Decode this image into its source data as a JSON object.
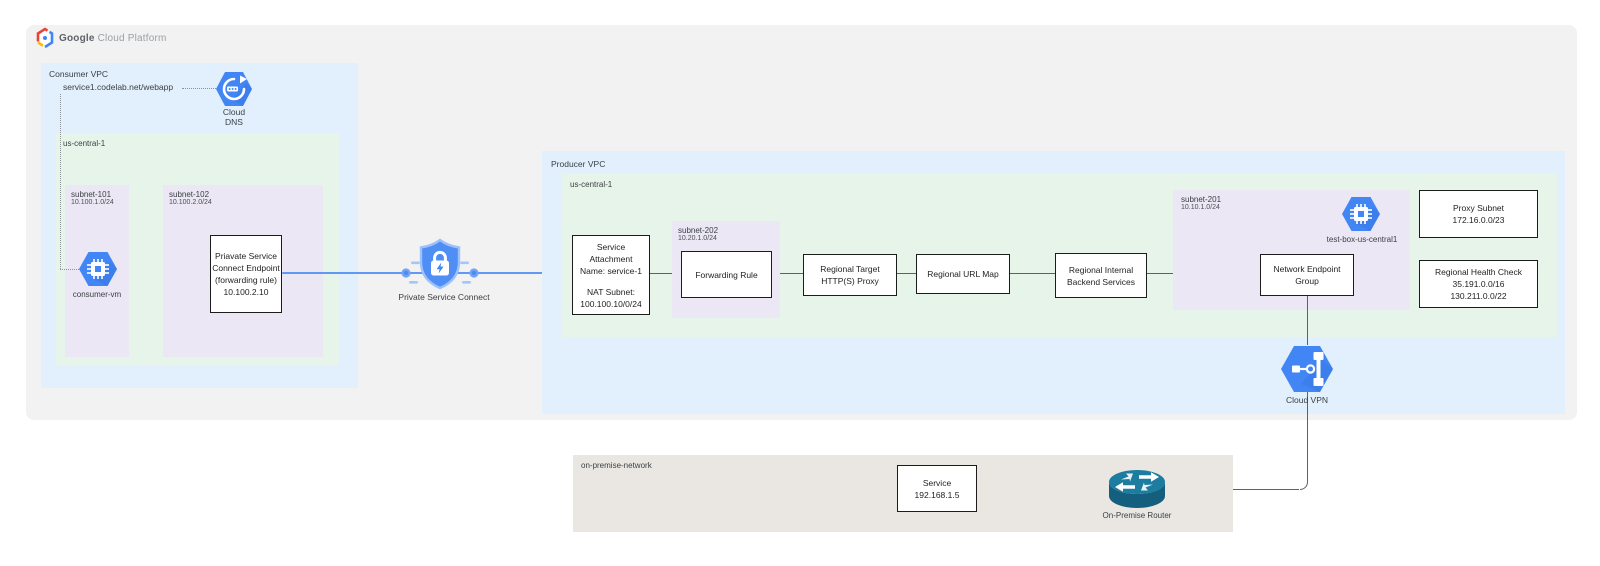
{
  "header": {
    "brand": "Google",
    "product": "Cloud Platform"
  },
  "consumer_vpc": {
    "label": "Consumer VPC",
    "dns_record": "service1.codelab.net/webapp",
    "cloud_dns": {
      "line1": "Cloud",
      "line2": "DNS"
    },
    "region": {
      "label": "us-central-1",
      "subnet_101": {
        "name": "subnet-101",
        "cidr": "10.100.1.0/24",
        "vm": "consumer-vm"
      },
      "subnet_102": {
        "name": "subnet-102",
        "cidr": "10.100.2.0/24",
        "endpoint": {
          "l1": "Priavate Service",
          "l2": "Connect Endpoint",
          "l3": "(forwarding rule)",
          "l4": "10.100.2.10"
        }
      }
    }
  },
  "connector": {
    "label": "Private Service Connect"
  },
  "producer_vpc": {
    "label": "Producer VPC",
    "region": {
      "label": "us-central-1",
      "service_attachment": {
        "l1": "Service",
        "l2": "Attachment",
        "l3": "Name: service-1",
        "l4": "NAT Subnet:",
        "l5": "100.100.10/0/24"
      },
      "subnet_202": {
        "name": "subnet-202",
        "cidr": "10.20.1.0/24",
        "forwarding_rule": "Forwarding Rule"
      },
      "target_proxy": {
        "l1": "Regional Target",
        "l2": "HTTP(S) Proxy"
      },
      "url_map": "Regional URL Map",
      "backend_services": {
        "l1": "Regional Internal",
        "l2": "Backend Services"
      },
      "subnet_201": {
        "name": "subnet-201",
        "cidr": "10.10.1.0/24",
        "neg": {
          "l1": "Network Endpoint",
          "l2": "Group"
        },
        "vm": "test-box-us-central1"
      },
      "proxy_subnet": {
        "l1": "Proxy Subnet",
        "l2": "172.16.0.0/23"
      },
      "health_check": {
        "l1": "Regional Health Check",
        "l2": "35.191.0.0/16",
        "l3": "130.211.0.0/22"
      }
    },
    "cloud_vpn": "Cloud VPN"
  },
  "on_premise": {
    "label": "on-premise-network",
    "service": {
      "l1": "Service",
      "l2": "192.168.1.5"
    },
    "router": "On-Premise Router"
  },
  "colors": {
    "vpc_blue": "#e2f0fd",
    "region_green": "#e7f4ea",
    "subnet_purple": "#ebe7f4",
    "panel_gray": "#f2f2f2",
    "onprem_beige": "#eae7e2",
    "line_blue": "#5f98f5",
    "line_gray": "#616161",
    "icon_blue": "#4285f4",
    "icon_blue_dark": "#3367d6",
    "router_teal": "#17708f"
  }
}
